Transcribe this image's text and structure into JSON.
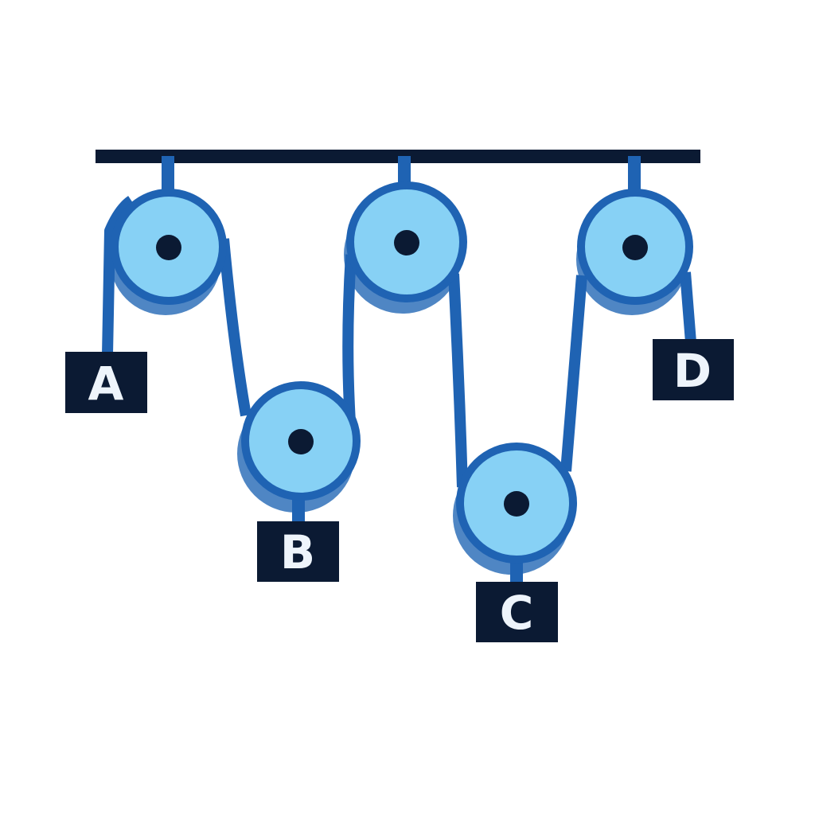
{
  "colors": {
    "background": "#ffffff",
    "beam": "#0b1a33",
    "rope": "#1f63b3",
    "pulley_fill": "#87d1f5",
    "pulley_shadow": "#4f86c4",
    "axle": "#0b1a33",
    "weight_box": "#0b1a33",
    "weight_text": "#eef4fb"
  },
  "weights": [
    {
      "label": "A"
    },
    {
      "label": "B"
    },
    {
      "label": "C"
    },
    {
      "label": "D"
    }
  ]
}
